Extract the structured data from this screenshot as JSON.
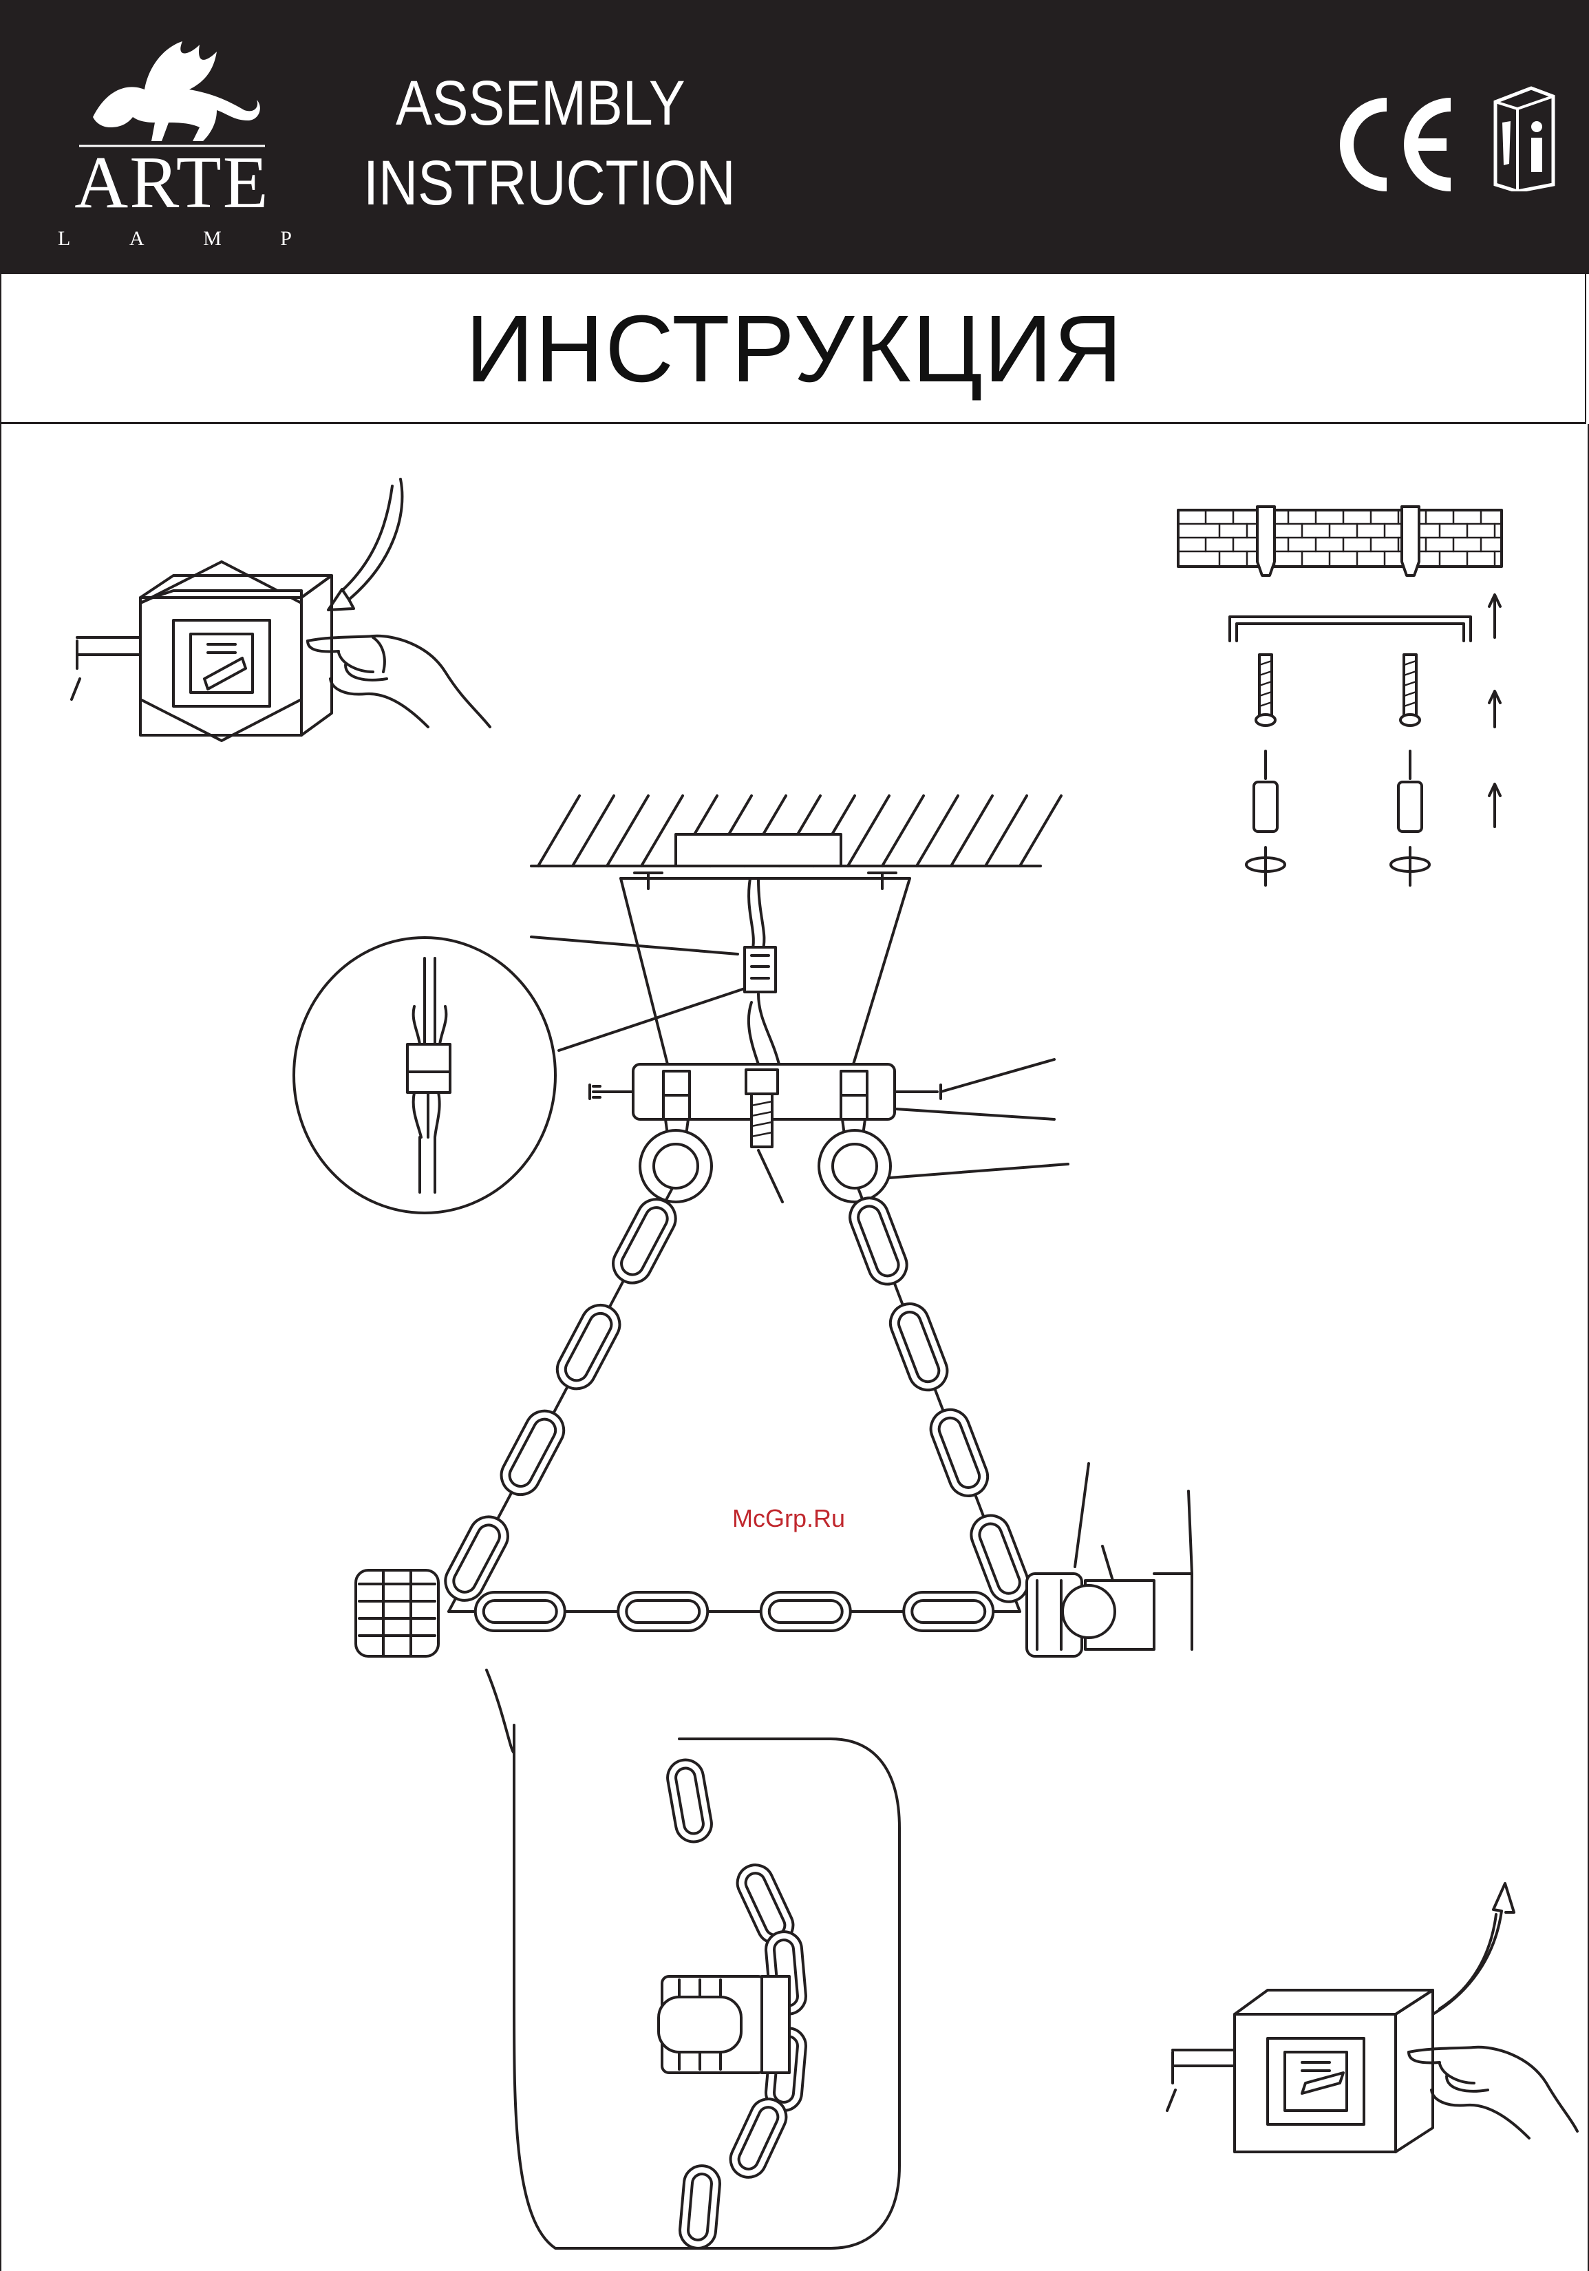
{
  "header": {
    "brand": "ARTE",
    "brand_sub": [
      "L",
      "A",
      "M",
      "P"
    ],
    "title_en_line1": "ASSEMBLY",
    "title_en_line2": "INSTRUCTION",
    "title_ru": "ИНСТРУКЦИЯ"
  },
  "icons": [
    "winged-lion-icon",
    "ce-mark-icon",
    "manual-icon",
    "wall-switch-icon",
    "hand-icon",
    "ceiling-icon",
    "wire-connector-icon",
    "chain-icon",
    "brick-wall-icon",
    "screw-icon",
    "wall-plug-icon",
    "arrow-up-icon",
    "rotate-icon"
  ],
  "watermark": "McGrp.Ru",
  "colors": {
    "ink": "#231f20",
    "background": "#ffffff",
    "watermark": "#c0272d"
  }
}
